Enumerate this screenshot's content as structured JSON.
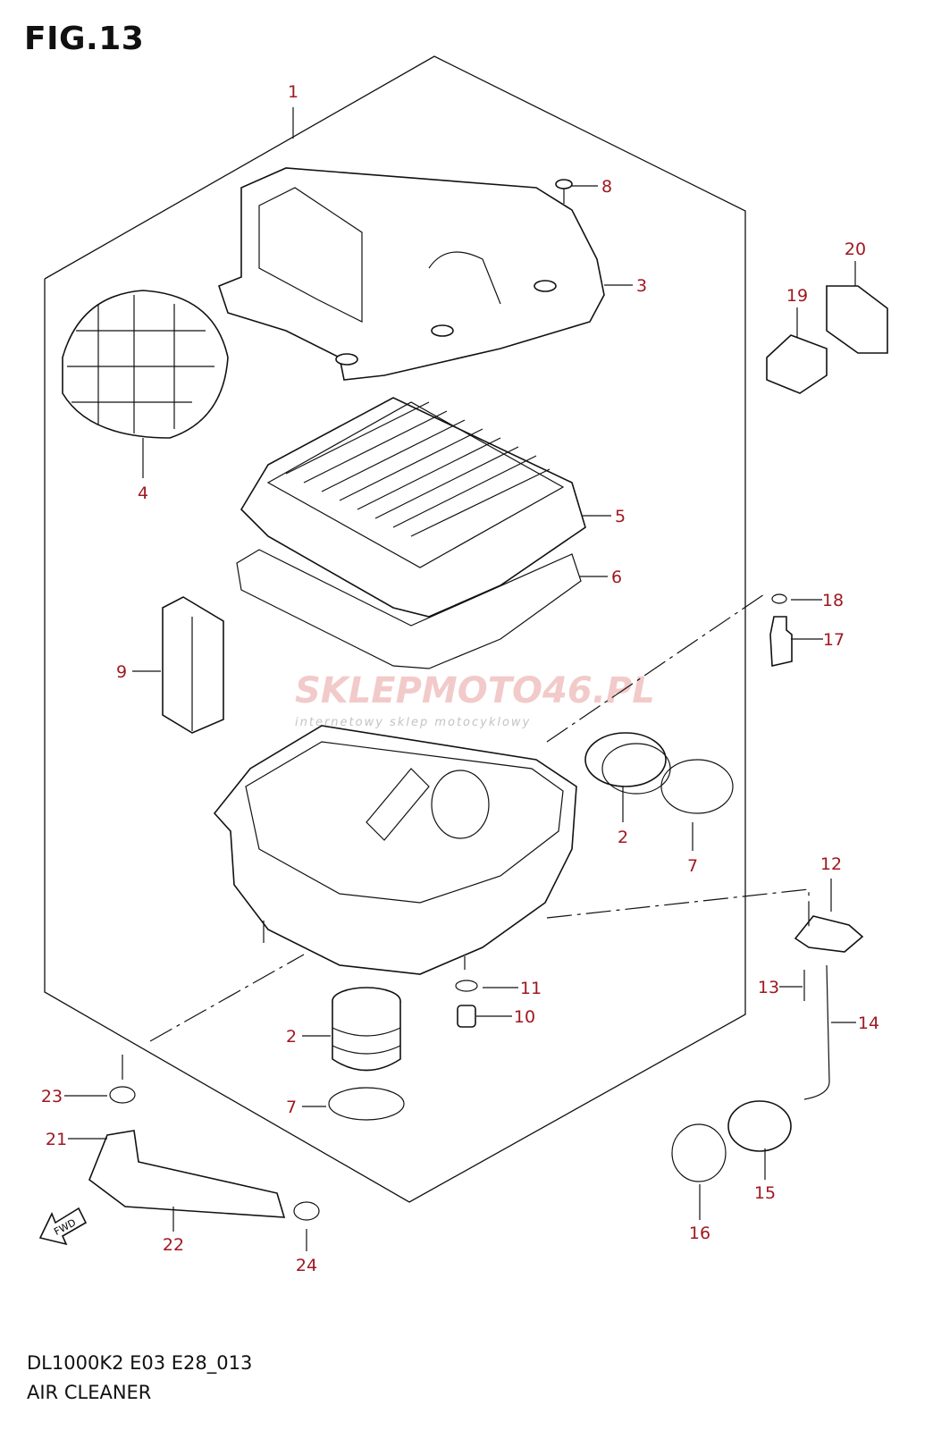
{
  "figure_title": "FIG.13",
  "model_code": "DL1000K2 E03 E28_013",
  "section_name": "AIR CLEANER",
  "callout_color": "#a01820",
  "watermark": {
    "brand": "SKLEPMOTO46.PL",
    "tagline": "internetowy sklep motocyklowy"
  },
  "direction_marker": "FWD",
  "callouts": [
    "1",
    "8",
    "3",
    "20",
    "19",
    "4",
    "5",
    "6",
    "18",
    "17",
    "9",
    "2",
    "7",
    "12",
    "11",
    "13",
    "10",
    "14",
    "2",
    "23",
    "7",
    "21",
    "15",
    "16",
    "22",
    "24"
  ]
}
